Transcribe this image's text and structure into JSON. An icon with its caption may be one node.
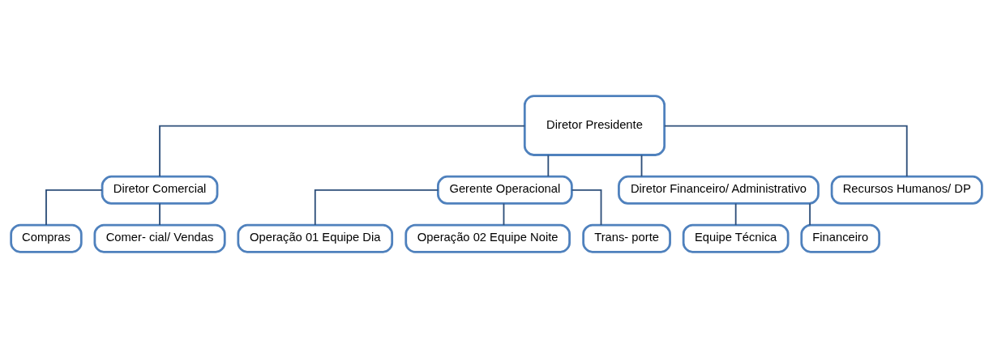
{
  "diagram": {
    "nodes": [
      {
        "text": [
          "Diretor Presidente"
        ]
      },
      {
        "text": [
          "Diretor Comercial"
        ]
      },
      {
        "text": [
          "Gerente Operacional"
        ]
      },
      {
        "text": [
          "Diretor Financeiro/ Administrativo"
        ]
      },
      {
        "text": [
          "Recursos Humanos/ DP"
        ]
      },
      {
        "text": [
          "Compras"
        ]
      },
      {
        "text": [
          "Comer- cial/ Vendas"
        ]
      },
      {
        "text": [
          "Operação 01 Equipe Dia"
        ]
      },
      {
        "text": [
          "Operação 02 Equipe Noite"
        ]
      },
      {
        "text": [
          "Trans- porte"
        ]
      },
      {
        "text": [
          "Equipe Técnica"
        ]
      },
      {
        "text": [
          "Financeiro"
        ]
      }
    ],
    "edges": [
      {
        "from": 0,
        "to": 1,
        "arrow": "none"
      },
      {
        "from": 0,
        "to": 2,
        "arrow": "none"
      },
      {
        "from": 0,
        "to": 3,
        "arrow": "none"
      },
      {
        "from": 0,
        "to": 4,
        "arrow": "none"
      },
      {
        "from": 1,
        "to": 5,
        "arrow": "none"
      },
      {
        "from": 1,
        "to": 6,
        "arrow": "none"
      },
      {
        "from": 2,
        "to": 7,
        "arrow": "none"
      },
      {
        "from": 2,
        "to": 8,
        "arrow": "none"
      },
      {
        "from": 2,
        "to": 9,
        "arrow": "none"
      },
      {
        "from": 3,
        "to": 10,
        "arrow": "none"
      },
      {
        "from": 3,
        "to": 11,
        "arrow": "none"
      }
    ]
  }
}
